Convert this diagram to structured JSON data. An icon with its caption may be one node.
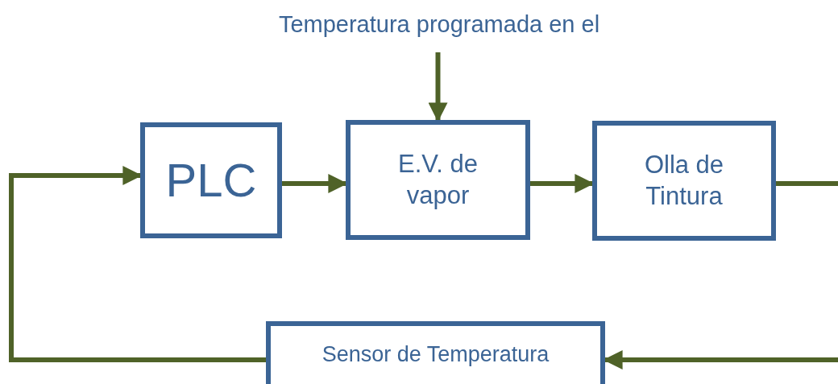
{
  "diagram": {
    "nodes": [
      {
        "text": [
          "Temperatura programada en el"
        ]
      },
      {
        "text": [
          "PLC"
        ]
      },
      {
        "text": [
          "E.V. de vapor"
        ]
      },
      {
        "text": [
          "Olla de Tintura"
        ]
      },
      {
        "text": [
          "Sensor de Temperatura"
        ]
      }
    ],
    "edges": [
      {
        "from": 0,
        "to": 2,
        "arrow": "to"
      },
      {
        "from": 1,
        "to": 2,
        "arrow": "to"
      },
      {
        "from": 2,
        "to": 3,
        "arrow": "to"
      },
      {
        "from": 3,
        "to": null,
        "arrow": "none"
      },
      {
        "from": null,
        "to": 4,
        "arrow": "to"
      },
      {
        "from": 4,
        "to": 1,
        "arrow": "to"
      }
    ]
  }
}
